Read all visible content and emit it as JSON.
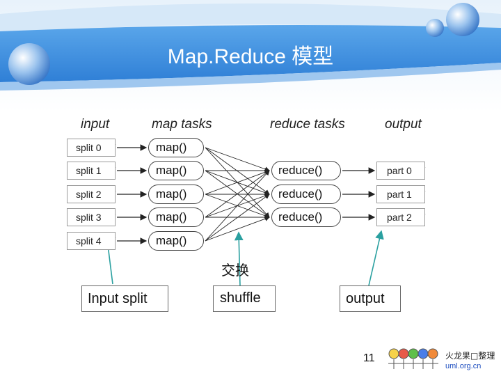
{
  "slide": {
    "title": "Map.Reduce 模型",
    "page_number": "11",
    "colors": {
      "header_blue": "#3f8fe0",
      "header_light": "#cfe4f8",
      "arrow_teal": "#2aa0a0"
    }
  },
  "diagram": {
    "headers": {
      "input": "input",
      "map": "map tasks",
      "reduce": "reduce tasks",
      "output": "output"
    },
    "splits": [
      "split 0",
      "split 1",
      "split 2",
      "split 3",
      "split 4"
    ],
    "maps": [
      "map()",
      "map()",
      "map()",
      "map()",
      "map()"
    ],
    "reduces": [
      "reduce()",
      "reduce()",
      "reduce()"
    ],
    "parts": [
      "part 0",
      "part 1",
      "part 2"
    ],
    "shuffle_caption": "交换"
  },
  "callouts": {
    "input_split": "Input split",
    "shuffle": "shuffle",
    "output": "output"
  },
  "logo": {
    "line1": "火龙果□整理",
    "line2": "uml.org.cn"
  }
}
